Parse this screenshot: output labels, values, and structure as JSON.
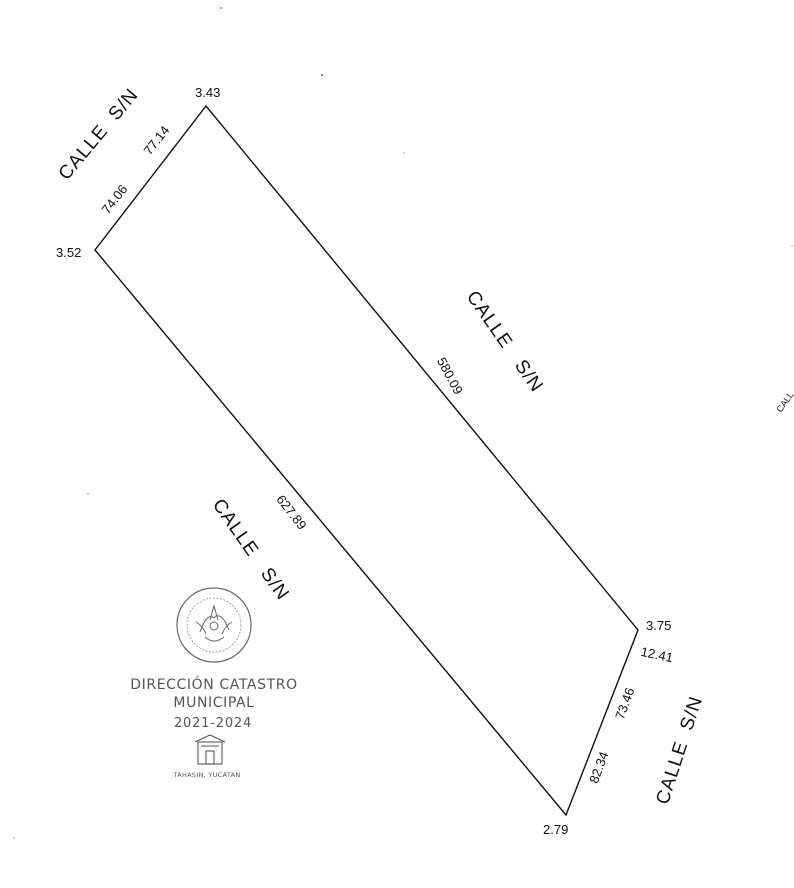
{
  "parcel": {
    "corners": {
      "top": "3.43",
      "left": "3.52",
      "right": "3.75",
      "bottom": "2.79"
    },
    "sides": {
      "nw_a": "74.06",
      "nw_b": "77.14",
      "ne": "580.09",
      "sw": "627.89",
      "se_a": "12.41",
      "se_b": "73.46",
      "se_c": "82.34"
    }
  },
  "streets": {
    "northwest": "CALLE  S/N",
    "northeast": "CALLE   S/N",
    "southwest": "CALLE   S/N",
    "southeast": "CALLE  S/N",
    "edge_fragment": "CALL"
  },
  "stamp": {
    "line1": "DIRECCIÓN CATASTRO",
    "line2": "MUNICIPAL",
    "line3": "2021-2024",
    "footer": "TAHASIN, YUCATAN"
  }
}
